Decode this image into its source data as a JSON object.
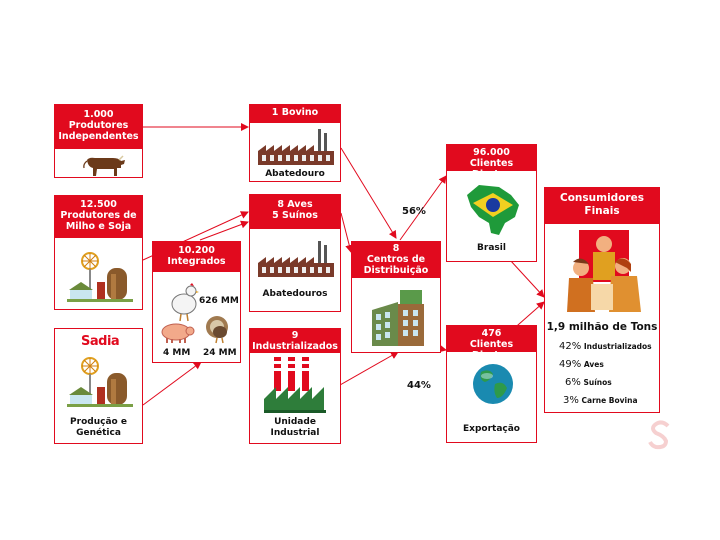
{
  "boxes": {
    "independentes": {
      "title_line1": "1.000",
      "title_line2": "Produtores",
      "title_line3": "Independentes"
    },
    "milho_soja": {
      "title_line1": "12.500",
      "title_line2": "Produtores de",
      "title_line3": "Milho e Soja"
    },
    "genetica": {
      "logo": "Sadia",
      "label_line1": "Produção e",
      "label_line2": "Genética"
    },
    "integrados": {
      "title_line1": "10.200",
      "title_line2": "Integrados",
      "count_aves": "626 MM",
      "count_suinos": "4 MM",
      "count_perus": "24 MM"
    },
    "bovino": {
      "title": "1 Bovino",
      "label": "Abatedouro"
    },
    "aves_suinos": {
      "title_line1": "8 Aves",
      "title_line2": "5 Suínos",
      "label": "Abatedouros"
    },
    "industrializados": {
      "title_line1": "9",
      "title_line2": "Industrializados",
      "label_line1": "Unidade",
      "label_line2": "Industrial"
    },
    "distribuicao": {
      "title_line1": "8",
      "title_line2": "Centros de",
      "title_line3": "Distribuição"
    },
    "brasil": {
      "title_line1": "96.000",
      "title_line2": "Clientes Diretos",
      "label": "Brasil"
    },
    "exportacao": {
      "title_line1": "476",
      "title_line2": "Clientes Diretos",
      "label": "Exportação"
    },
    "consumidores": {
      "title_line1": "Consumidores",
      "title_line2": "Finais",
      "total": "1,9 milhão de Tons",
      "items": [
        {
          "pct": "42%",
          "label": "Industrializados"
        },
        {
          "pct": "49%",
          "label": "Aves"
        },
        {
          "pct": "6%",
          "label": "Suínos"
        },
        {
          "pct": "3%",
          "label": "Carne Bovina"
        }
      ]
    }
  },
  "flows": {
    "brasil_pct": "56%",
    "export_pct": "44%"
  },
  "colors": {
    "accent": "#e10a1e",
    "arrow": "#e10a1e"
  },
  "icons": [
    "cow-icon",
    "farm-silo-icon",
    "factory-icon",
    "chicken-icon",
    "pig-icon",
    "turkey-icon",
    "smokestack-factory-icon",
    "warehouse-building-icon",
    "brazil-flag-icon",
    "globe-icon",
    "consumers-family-icon"
  ]
}
